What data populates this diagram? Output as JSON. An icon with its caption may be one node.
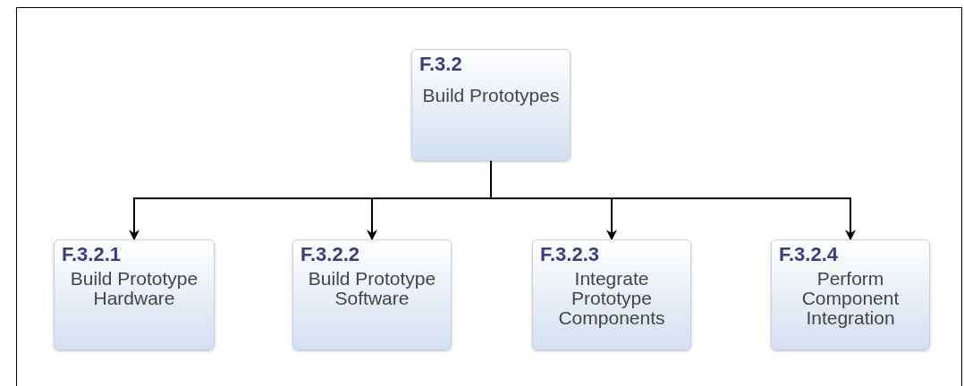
{
  "diagram": {
    "nodes": [
      {
        "text": [
          "F.3.2",
          "Build Prototypes"
        ]
      },
      {
        "text": [
          "F.3.2.1",
          "Build Prototype Hardware"
        ]
      },
      {
        "text": [
          "F.3.2.2",
          "Build Prototype Software"
        ]
      },
      {
        "text": [
          "F.3.2.3",
          "Integrate Prototype Components"
        ]
      },
      {
        "text": [
          "F.3.2.4",
          "Perform Component Integration"
        ]
      }
    ],
    "edges": [
      {
        "from": 0,
        "to": 1,
        "arrow": "to"
      },
      {
        "from": 0,
        "to": 2,
        "arrow": "to"
      },
      {
        "from": 0,
        "to": 3,
        "arrow": "to"
      },
      {
        "from": 0,
        "to": 4,
        "arrow": "to"
      }
    ]
  }
}
